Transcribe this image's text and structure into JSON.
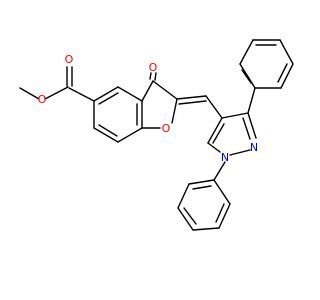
{
  "diagram": {
    "type": "chemical-structure",
    "atom_labels": {
      "carbonyl_oxygen_ketone": "O",
      "ester_carbonyl_oxygen": "O",
      "ester_alkoxy_oxygen": "O",
      "furan_oxygen": "O",
      "pyrazole_n1": "N",
      "pyrazole_n2": "N"
    },
    "colors": {
      "oxygen": "#ff0000",
      "nitrogen": "#0000ff",
      "bond": "#000000",
      "background": "#ffffff"
    }
  }
}
